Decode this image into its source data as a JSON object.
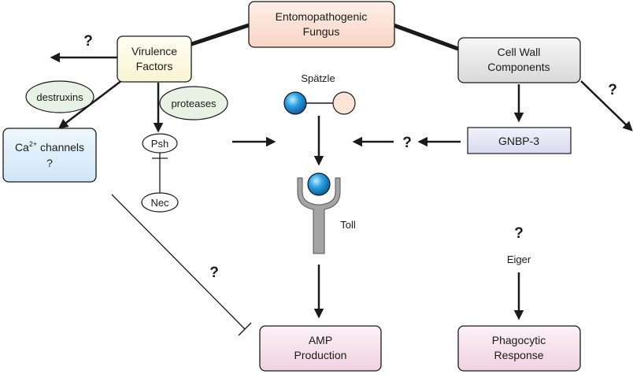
{
  "nodes": {
    "fungus": {
      "line1": "Entomopathogenic",
      "line2": "Fungus"
    },
    "virulence": {
      "line1": "Virulence",
      "line2": "Factors"
    },
    "cell_wall": {
      "line1": "Cell Wall",
      "line2": "Components"
    },
    "destruxins": "destruxins",
    "proteases": "proteases",
    "ca_channels": {
      "base": "Ca",
      "sup": "2+",
      "rest": " channels",
      "line2": "?"
    },
    "psh": "Psh",
    "nec": "Nec",
    "spatzle": "Spätzle",
    "toll": "Toll",
    "gnbp3": "GNBP-3",
    "eiger": "Eiger",
    "amp": {
      "line1": "AMP",
      "line2": "Production"
    },
    "phagocytic": {
      "line1": "Phagocytic",
      "line2": "Response"
    }
  },
  "question_mark": "?",
  "colors": {
    "fungus_fill": "#fbe3d8",
    "virulence_fill": "#fdfbe6",
    "cell_wall_fill": "#ececec",
    "ellipse_fill": "#e7f2e4",
    "ca_fill": "#ddeefa",
    "gnbp3_fill": "#e4e6f4",
    "output_fill": "#f7e3ec",
    "ball_blue": "#1f8fd6",
    "ball_peach": "#fde4d6",
    "line": "#1a1a1a",
    "toll_receptor": "#9a9a9a"
  }
}
